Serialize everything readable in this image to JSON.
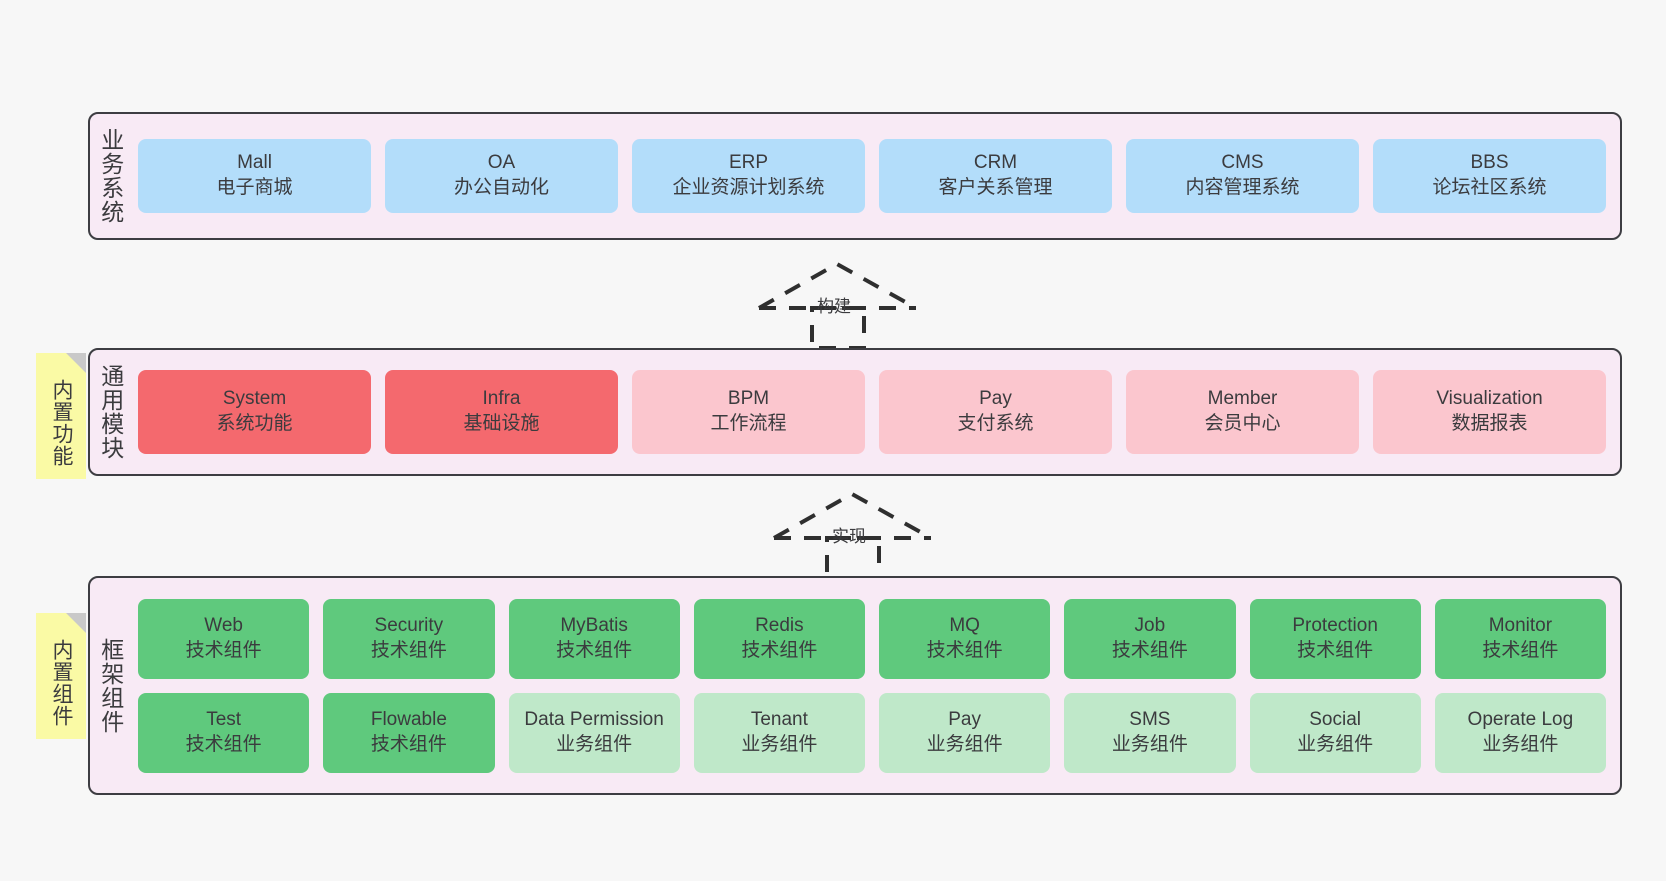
{
  "diagram": {
    "background_color": "#f7f7f7",
    "container_fill": "#f8eaf5",
    "container_border": "#3d3d42"
  },
  "layers": [
    {
      "id": "business-system",
      "title": "业务系统",
      "node_color": "#b3ddfa",
      "rows": [
        [
          {
            "name": "Mall",
            "desc": "电子商城",
            "color": "#b3ddfa"
          },
          {
            "name": "OA",
            "desc": "办公自动化",
            "color": "#b3ddfa"
          },
          {
            "name": "ERP",
            "desc": "企业资源计划系统",
            "color": "#b3ddfa"
          },
          {
            "name": "CRM",
            "desc": "客户关系管理",
            "color": "#b3ddfa"
          },
          {
            "name": "CMS",
            "desc": "内容管理系统",
            "color": "#b3ddfa"
          },
          {
            "name": "BBS",
            "desc": "论坛社区系统",
            "color": "#b3ddfa"
          }
        ]
      ]
    },
    {
      "id": "common-module",
      "title": "通用模块",
      "rows": [
        [
          {
            "name": "System",
            "desc": "系统功能",
            "color": "#f4696e"
          },
          {
            "name": "Infra",
            "desc": "基础设施",
            "color": "#f4696e"
          },
          {
            "name": "BPM",
            "desc": "工作流程",
            "color": "#fbc6ce"
          },
          {
            "name": "Pay",
            "desc": "支付系统",
            "color": "#fbc6ce"
          },
          {
            "name": "Member",
            "desc": "会员中心",
            "color": "#fbc6ce"
          },
          {
            "name": "Visualization",
            "desc": "数据报表",
            "color": "#fbc6ce"
          }
        ]
      ]
    },
    {
      "id": "framework-component",
      "title": "框架组件",
      "rows": [
        [
          {
            "name": "Web",
            "desc": "技术组件",
            "color": "#5fc97d"
          },
          {
            "name": "Security",
            "desc": "技术组件",
            "color": "#5fc97d"
          },
          {
            "name": "MyBatis",
            "desc": "技术组件",
            "color": "#5fc97d"
          },
          {
            "name": "Redis",
            "desc": "技术组件",
            "color": "#5fc97d"
          },
          {
            "name": "MQ",
            "desc": "技术组件",
            "color": "#5fc97d"
          },
          {
            "name": "Job",
            "desc": "技术组件",
            "color": "#5fc97d"
          },
          {
            "name": "Protection",
            "desc": "技术组件",
            "color": "#5fc97d"
          },
          {
            "name": "Monitor",
            "desc": "技术组件",
            "color": "#5fc97d"
          }
        ],
        [
          {
            "name": "Test",
            "desc": "技术组件",
            "color": "#5fc97d"
          },
          {
            "name": "Flowable",
            "desc": "技术组件",
            "color": "#5fc97d"
          },
          {
            "name": "Data Permission",
            "desc": "业务组件",
            "color": "#bfe8c9"
          },
          {
            "name": "Tenant",
            "desc": "业务组件",
            "color": "#bfe8c9"
          },
          {
            "name": "Pay",
            "desc": "业务组件",
            "color": "#bfe8c9"
          },
          {
            "name": "SMS",
            "desc": "业务组件",
            "color": "#bfe8c9"
          },
          {
            "name": "Social",
            "desc": "业务组件",
            "color": "#bfe8c9"
          },
          {
            "name": "Operate Log",
            "desc": "业务组件",
            "color": "#bfe8c9"
          }
        ]
      ]
    }
  ],
  "sticky_notes": [
    {
      "id": "builtin-function",
      "label": "内置功能",
      "color": "#fafaa5"
    },
    {
      "id": "builtin-component",
      "label": "内置组件",
      "color": "#fafaa5"
    }
  ],
  "arrows": [
    {
      "id": "build",
      "label": "构建",
      "style": "dashed-hollow-triangle",
      "direction": "up",
      "color": "#2f2f2f"
    },
    {
      "id": "implement",
      "label": "实现",
      "style": "dashed-hollow-triangle",
      "direction": "up",
      "color": "#2f2f2f"
    }
  ]
}
